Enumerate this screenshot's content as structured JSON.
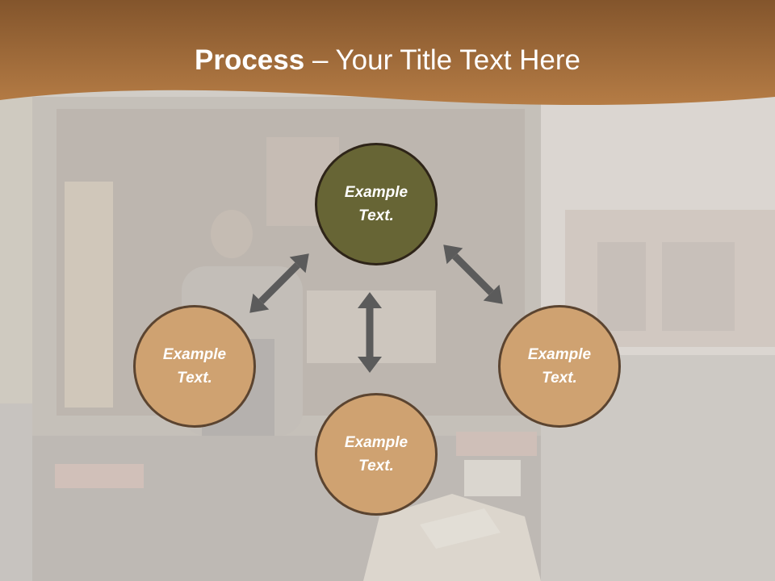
{
  "slide": {
    "title_bold": "Process",
    "title_rest": " – Your Title Text Here",
    "colors": {
      "header": "#a8703b",
      "center_node": "#676535",
      "outer_node": "#cfa271",
      "arrow": "#5b5b5b"
    }
  },
  "diagram": {
    "nodes": [
      {
        "id": "top",
        "text": "Example Text."
      },
      {
        "id": "left",
        "text": "Example Text."
      },
      {
        "id": "right",
        "text": "Example Text."
      },
      {
        "id": "bottom",
        "text": "Example Text."
      }
    ]
  }
}
